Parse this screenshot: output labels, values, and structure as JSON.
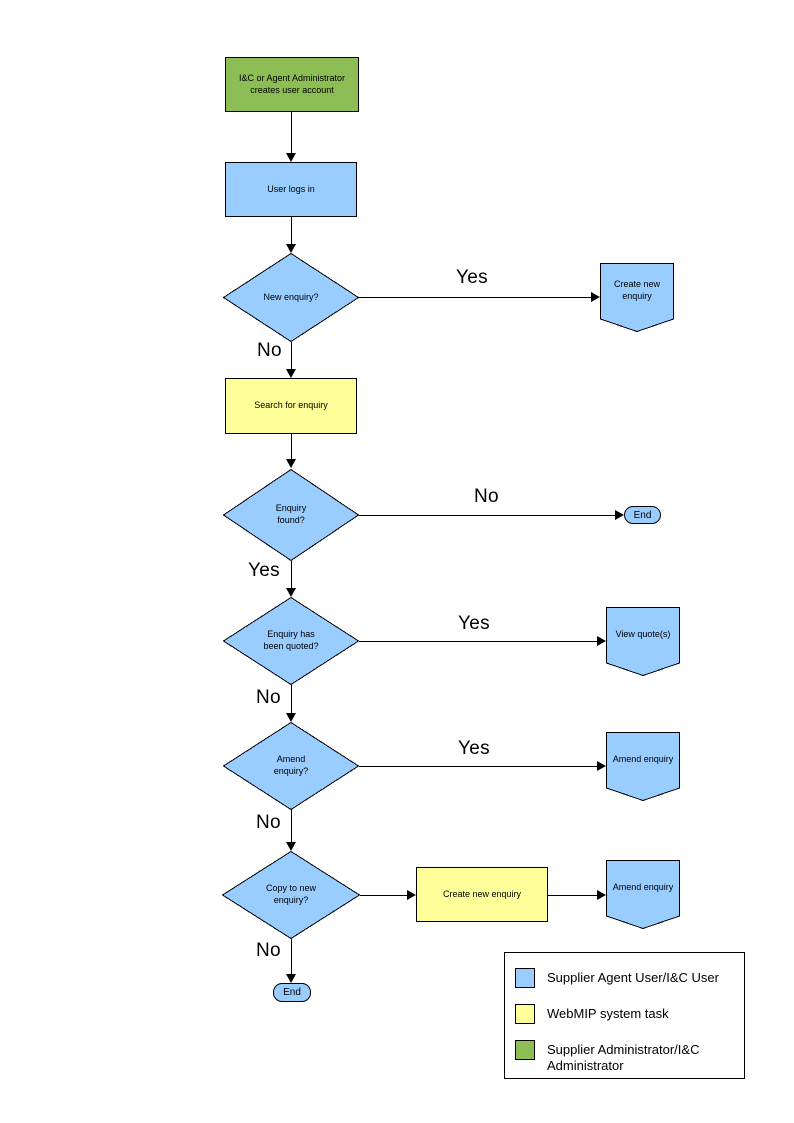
{
  "colors": {
    "user_fill": "#99CCFF",
    "system_fill": "#FFFF99",
    "admin_fill": "#8DBE55",
    "line": "#000000"
  },
  "flow": {
    "admin_creates_account": "I&C or Agent Administrator creates user account",
    "user_logs_in": "User logs in",
    "new_enquiry_q": "New enquiry?",
    "create_new_enquiry_result": "Create new enquiry",
    "search_for_enquiry": "Search for enquiry",
    "enquiry_found_q": "Enquiry found?",
    "end_label_1": "End",
    "enquiry_quoted_q": "Enquiry has been quoted?",
    "view_quotes": "View quote(s)",
    "amend_enquiry_q": "Amend enquiry?",
    "amend_enquiry_result_1": "Amend enquiry",
    "copy_to_new_q": "Copy to new enquiry?",
    "create_new_enquiry_task": "Create new enquiry",
    "amend_enquiry_result_2": "Amend enquiry",
    "end_label_2": "End"
  },
  "edge_labels": {
    "new_enquiry_yes": "Yes",
    "new_enquiry_no": "No",
    "enquiry_found_no": "No",
    "enquiry_found_yes": "Yes",
    "enquiry_quoted_yes": "Yes",
    "enquiry_quoted_no": "No",
    "amend_enquiry_yes": "Yes",
    "amend_enquiry_no": "No",
    "copy_to_new_no": "No"
  },
  "legend": {
    "items": [
      {
        "color": "#99CCFF",
        "label": "Supplier Agent User/I&C User"
      },
      {
        "color": "#FFFF99",
        "label": "WebMIP system task"
      },
      {
        "color": "#8DBE55",
        "label": "Supplier Administrator/I&C Administrator"
      }
    ]
  }
}
